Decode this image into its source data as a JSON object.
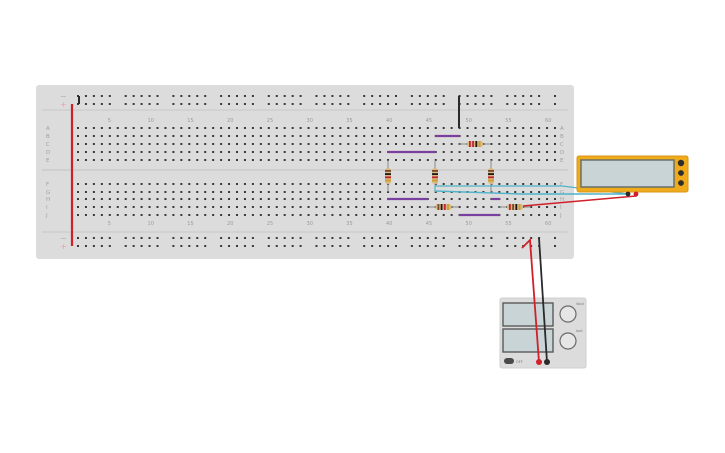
{
  "breadboard": {
    "row_letters_top": [
      "A",
      "B",
      "C",
      "D",
      "E"
    ],
    "row_letters_bottom": [
      "F",
      "G",
      "H",
      "I",
      "J"
    ],
    "column_numbers": [
      "5",
      "10",
      "15",
      "20",
      "25",
      "30",
      "35",
      "40",
      "45",
      "50",
      "55",
      "60"
    ],
    "rail_plus": "+",
    "rail_minus": "−"
  },
  "components": {
    "resistors": [
      {
        "name": "resistor-1",
        "bands": [
          "#c0262d",
          "#c0262d",
          "#1a1a1a",
          "#c9a227"
        ]
      },
      {
        "name": "resistor-2",
        "bands": [
          "#7a4b2a",
          "#1a1a1a",
          "#c0262d",
          "#c9a227"
        ]
      },
      {
        "name": "resistor-3",
        "bands": [
          "#7a4b2a",
          "#1a1a1a",
          "#c0262d",
          "#c9a227"
        ]
      },
      {
        "name": "resistor-4",
        "bands": [
          "#7a4b2a",
          "#1a1a1a",
          "#c0262d",
          "#c9a227"
        ]
      },
      {
        "name": "resistor-5",
        "bands": [
          "#7a4b2a",
          "#1a1a1a",
          "#c0262d",
          "#c9a227"
        ]
      },
      {
        "name": "resistor-6",
        "bands": [
          "#c0262d",
          "#7a4b2a",
          "#1a1a1a",
          "#c9a227"
        ]
      }
    ]
  },
  "multimeter": {
    "mode_icons": [
      "voltage-icon",
      "resistance-icon",
      "current-icon"
    ]
  },
  "power_supply": {
    "labels": [
      "Vout",
      "Iout",
      "OFF"
    ]
  },
  "colors": {
    "board": "#dcdcdc",
    "wire_red": "#d0212a",
    "wire_black": "#2a2a2a",
    "wire_purple": "#7b3fa0",
    "wire_teal": "#4fb3c9",
    "multimeter_body": "#f0ab1b",
    "screen": "#c8d4d6"
  }
}
